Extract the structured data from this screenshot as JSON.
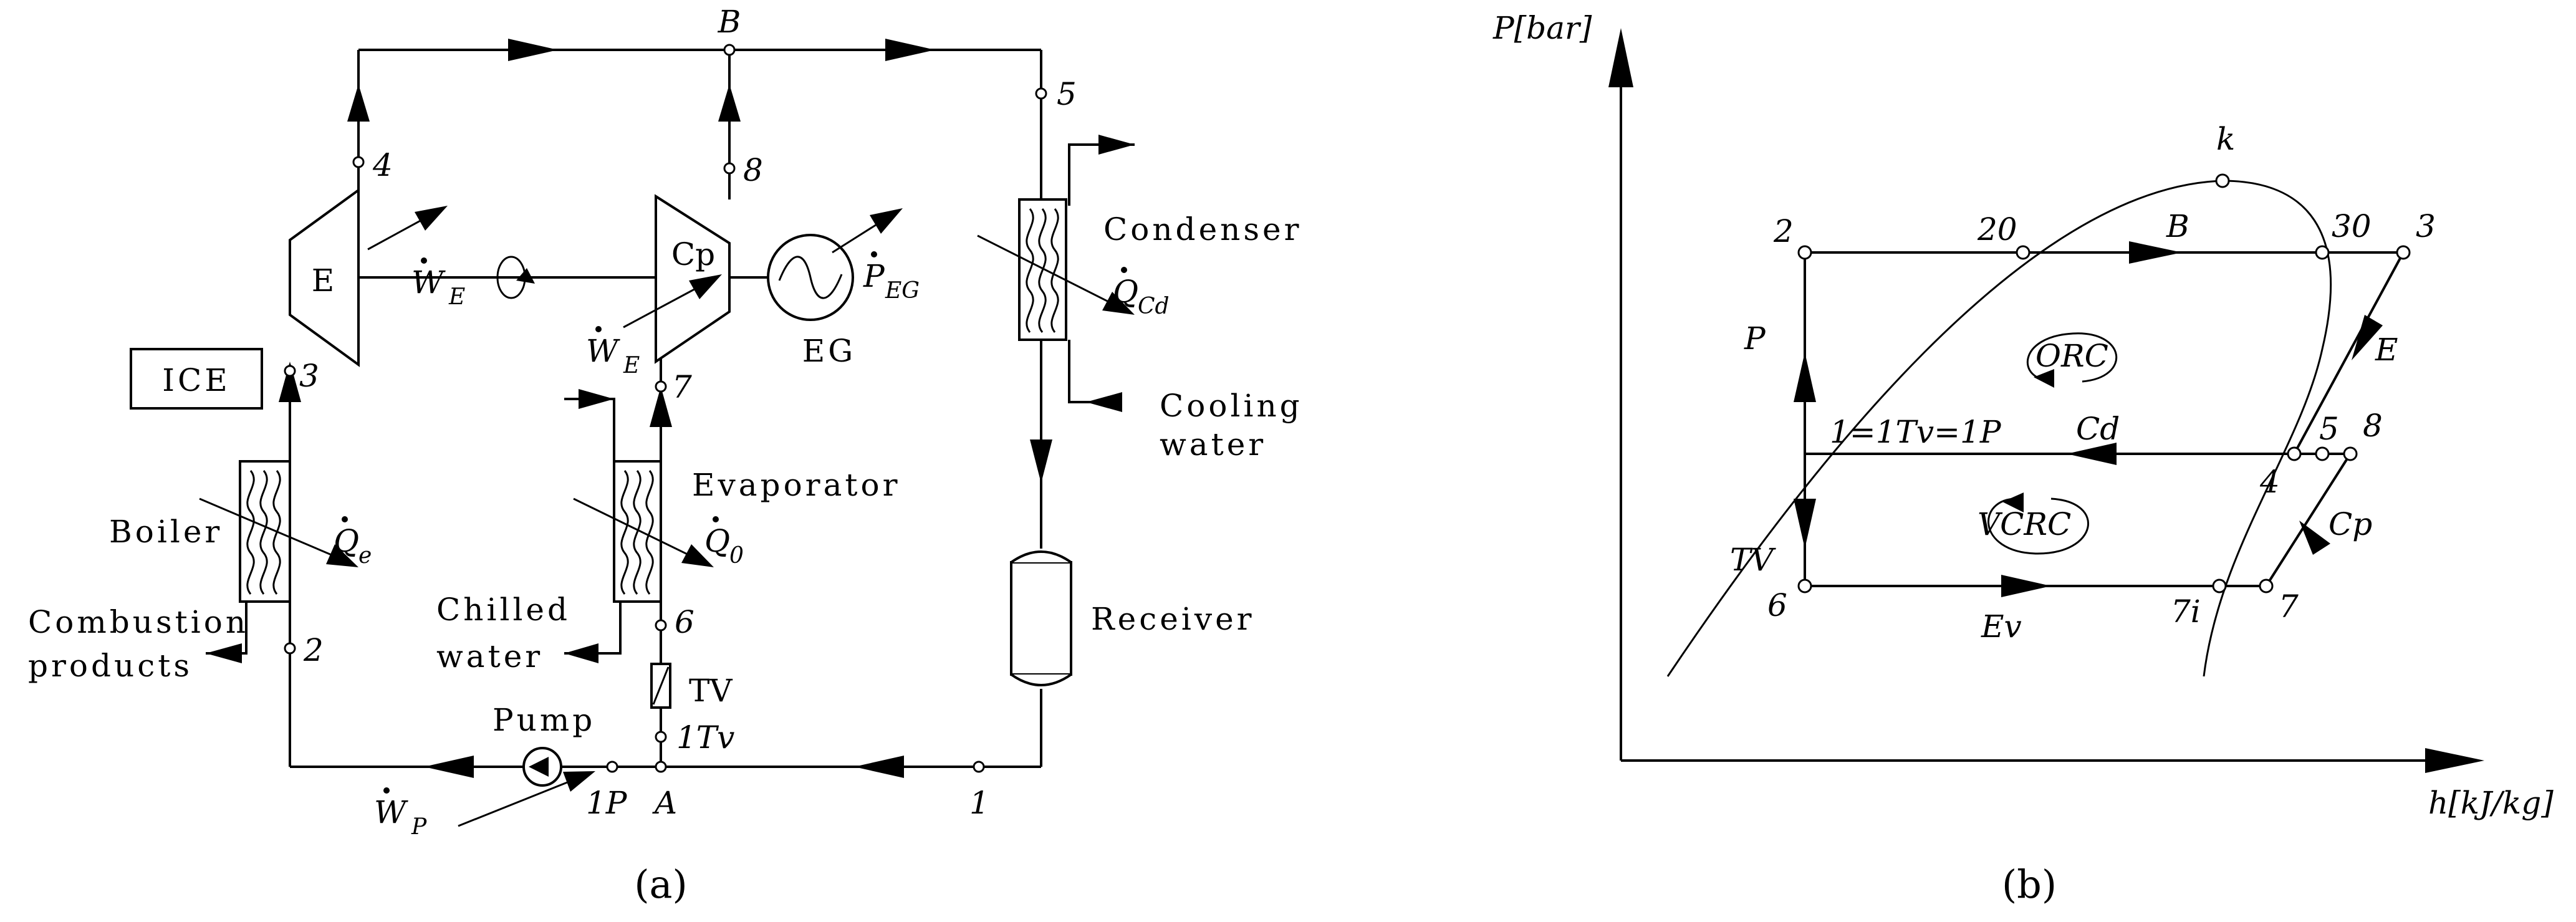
{
  "panel_a": {
    "caption": "(a)",
    "components": {
      "ice": "ICE",
      "expander": "E",
      "compressor": "Cp",
      "generator": "EG",
      "condenser": "Condenser",
      "evaporator": "Evaporator",
      "boiler": "Boiler",
      "receiver": "Receiver",
      "valve": "TV",
      "pump": "Pump"
    },
    "streams": {
      "cooling_1": "Cooling",
      "cooling_2": "water",
      "chilled_1": "Chilled",
      "chilled_2": "water",
      "combustion_1": "Combustion",
      "combustion_2": "products"
    },
    "quantities": {
      "we_top": {
        "base": "W",
        "sub": "E"
      },
      "we_low": {
        "base": "W",
        "sub": "E"
      },
      "peg": {
        "base": "P",
        "sub": "EG"
      },
      "qcd": {
        "base": "Q",
        "sub": "Cd"
      },
      "qe": {
        "base": "Q",
        "sub": "e"
      },
      "q0": {
        "base": "Q",
        "sub": "0"
      },
      "wp": {
        "base": "W",
        "sub": "P"
      }
    },
    "points": {
      "B": "B",
      "A": "A",
      "p1": "1",
      "p2": "2",
      "p3": "3",
      "p4": "4",
      "p5": "5",
      "p6": "6",
      "p7": "7",
      "p8": "8",
      "p1tv": "1Tv",
      "p1p": "1P"
    }
  },
  "panel_b": {
    "caption": "(b)",
    "axes": {
      "y": "P[bar]",
      "x": "h[kJ/kg]"
    },
    "points": {
      "k": "k",
      "p2": "2",
      "p20": "20",
      "p30": "30",
      "p3": "3",
      "p1": "1=1Tv=1P",
      "p5": "5",
      "p8": "8",
      "p4": "4",
      "p6": "6",
      "p7i": "7i",
      "p7": "7"
    },
    "processes": {
      "B": "B",
      "E": "E",
      "P": "P",
      "Cd": "Cd",
      "TV": "TV",
      "Cp": "Cp",
      "Ev": "Ev"
    },
    "cycles": {
      "orc": "ORC",
      "vcrc": "VCRC"
    }
  }
}
